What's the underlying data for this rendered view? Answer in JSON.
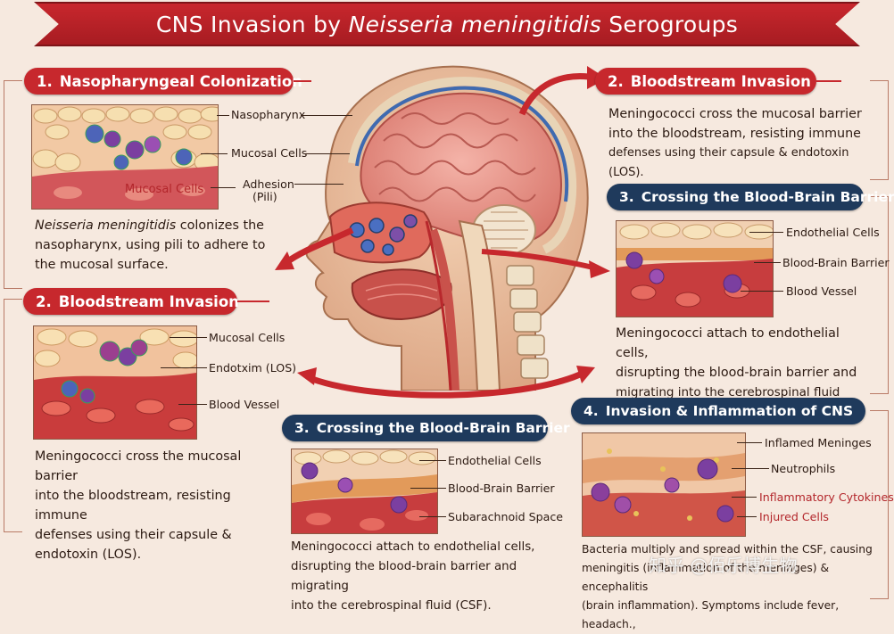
{
  "title": {
    "prefix": "CNS Invasion by ",
    "italic": "Neisseria meningitidis",
    "suffix": " Serogroups"
  },
  "s1": {
    "num": "1.",
    "title": "Nasopharyngeal Colonization",
    "labels": {
      "nasopharynx": "Nasopharynx",
      "mucosal": "Mucosal Cells",
      "adhesion1": "Adhesion",
      "adhesion2": "(Pili)",
      "inset": "Mucosal Cells"
    },
    "desc_italic": "Neisseria meningitidis",
    "desc_rest": " colonizes the",
    "desc_l2": "nasopharynx, using pili to adhere to",
    "desc_l3": "the mucosal surface."
  },
  "s2a": {
    "num": "2.",
    "title": "Bloodstream Invasion",
    "desc": [
      "Meningococci cross the mucosal barrier",
      "into the bloodstream, resisting immune",
      "defenses using their capsule & endotoxin (LOS)."
    ]
  },
  "s3a": {
    "num": "3.",
    "title": "Crossing the Blood-Brain Barrier",
    "labels": {
      "endo": "Endothelial Cells",
      "bbb": "Blood-Brain Barrier",
      "vessel": "Blood Vessel"
    },
    "desc": [
      "Meningococci attach to endothelial cells,",
      "disrupting the blood-brain barrier and",
      "migrating into the cerebrospinal fluid (CSF)."
    ]
  },
  "s2b": {
    "num": "2.",
    "title": "Bloodstream Invasion",
    "labels": {
      "mucosal": "Mucosal Cells",
      "endotox": "Endotxim (LOS)",
      "vessel": "Blood Vessel"
    },
    "desc": [
      "Meningococci cross the mucosal barrier",
      "into the bloodstream, resisting immune",
      "defenses using their capsule &",
      "endotoxin (LOS)."
    ]
  },
  "s3b": {
    "num": "3.",
    "title": "Crossing the Blood-Brain Barrier",
    "labels": {
      "endo": "Endothelial Cells",
      "bbb": "Blood-Brain Barrier",
      "sub": "Subarachnoid Space"
    },
    "desc": [
      "Meningococci attach to endothelial cells,",
      "disrupting the blood-brain barrier and migrating",
      "into the cerebrospinal fluid (CSF)."
    ]
  },
  "s4": {
    "num": "4.",
    "title": "Invasion & Inflammation of CNS",
    "labels": {
      "meninges": "Inflamed Meninges",
      "neutro": "Neutrophils",
      "cyto": "Inflammatory Cytokines",
      "injured": "Injured Cells"
    },
    "desc": [
      "Bacteria multiply and spread within the CSF, causing",
      "meningitis (inflammation of the meninges) & encephalitis",
      "(brain inflammation). Symptoms include fever, headach.,"
    ]
  },
  "watermark": "知乎 @佰乐博生物",
  "colors": {
    "red": "#c7282d",
    "navy": "#1f3a5c",
    "bg": "#f6e9df"
  }
}
